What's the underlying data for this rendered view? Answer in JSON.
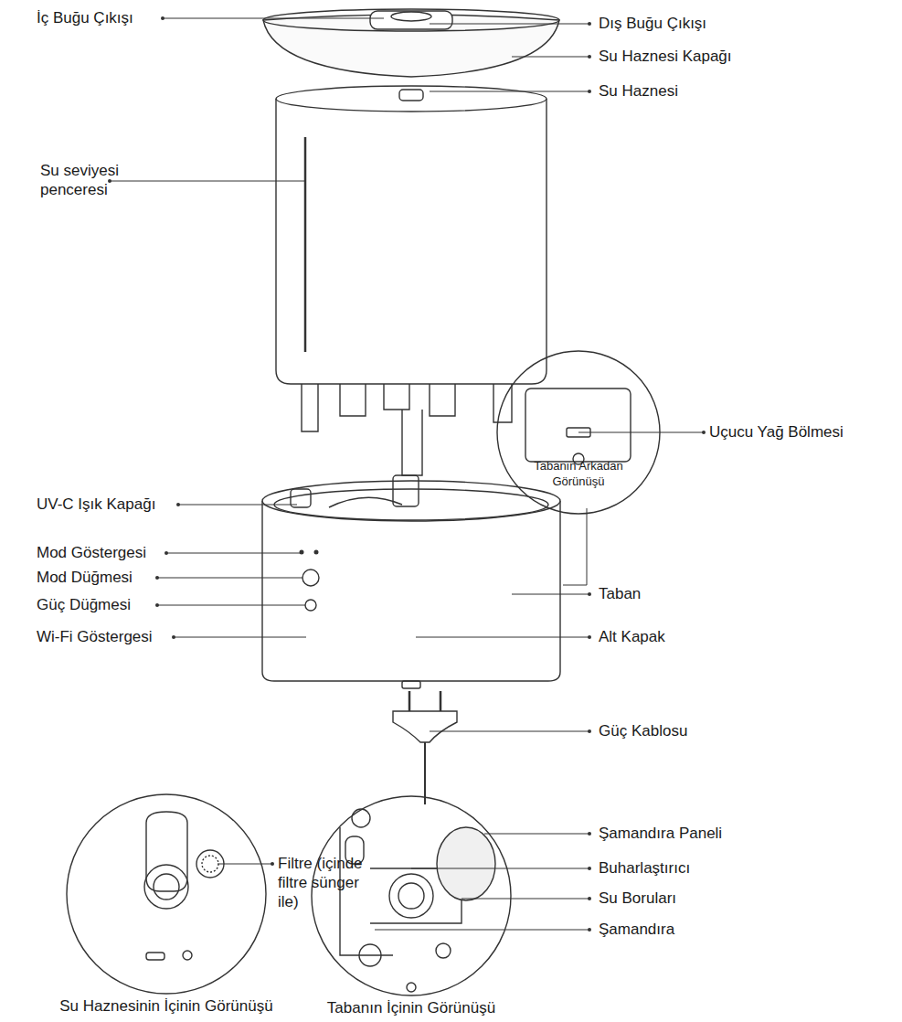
{
  "diagram": {
    "nodes": [
      {
        "text": [
          "Tabanın Arkadan Görünüşü"
        ]
      },
      {
        "text": [
          "Su Haznesinin İçinin Görünüşü"
        ]
      },
      {
        "text": [
          "Tabanın İçinin Görünüşü"
        ]
      }
    ],
    "labels": [
      "İç Buğu Çıkışı",
      "Dış Buğu Çıkışı",
      "Su Haznesi Kapağı",
      "Su seviyesi penceresi",
      "Su Haznesi",
      "Uçucu Yağ Bölmesi",
      "UV-C Işık Kapağı",
      "Mod Göstergesi",
      "Mod Düğmesi",
      "Güç Düğmesi",
      "Wi-Fi Göstergesi",
      "Taban",
      "Alt Kapak",
      "Güç Kablosu",
      "Şamandıra Paneli",
      "Buharlaştırıcı",
      "Su Boruları",
      "Şamandıra",
      "Filtre (içinde filtre sünger ile)"
    ]
  }
}
